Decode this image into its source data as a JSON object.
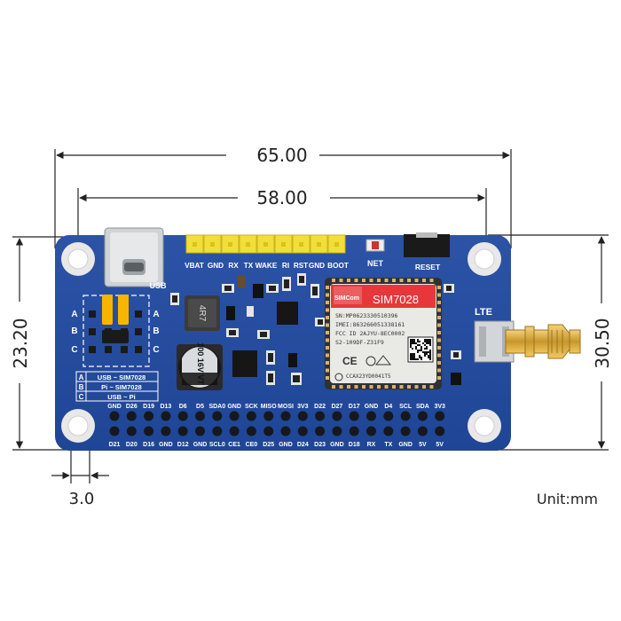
{
  "dimensions": {
    "total_width": "65.00",
    "hole_spacing": "58.00",
    "hole_spacing_vertical": "23.20",
    "total_height": "30.50",
    "hole_offset": "3.0",
    "unit": "Unit:mm"
  },
  "board": {
    "usb_label": "USB",
    "header_labels": [
      "VBAT",
      "GND",
      "RX",
      "TX",
      "WAKE",
      "RI",
      "RST",
      "GND",
      "BOOT"
    ],
    "net_label": "NET",
    "reset_label": "RESET",
    "lte_label": "LTE",
    "inductor_label": "4R7",
    "capacitor_label": "100 16V VT",
    "jumper_letters": [
      "A",
      "B",
      "C"
    ],
    "jumper_table": [
      {
        "key": "A",
        "text": "USB ~ SIM7028"
      },
      {
        "key": "B",
        "text": "Pi ~ SIM7028"
      },
      {
        "key": "C",
        "text": "USB ~ Pi"
      }
    ],
    "gpio_top": [
      "GND",
      "D26",
      "D19",
      "D13",
      "D6",
      "D5",
      "SDA0",
      "GND",
      "SCK",
      "MISO",
      "MOSI",
      "3V3",
      "D22",
      "D27",
      "D17",
      "GND",
      "D4",
      "SCL",
      "SDA",
      "3V3"
    ],
    "gpio_bottom": [
      "D21",
      "D20",
      "D16",
      "GND",
      "D12",
      "GND",
      "SCL0",
      "CE1",
      "CE0",
      "D25",
      "GND",
      "D24",
      "D23",
      "GND",
      "D18",
      "RX",
      "TX",
      "GND",
      "5V",
      "5V"
    ]
  },
  "module": {
    "name": "SIM7028",
    "brand": "SIMCom",
    "sn": "SN:MP0623330510396",
    "imei": "IMEI:863266051338161",
    "fcc": "FCC ID 2AJYU-8EC0002",
    "code": "S2-109DF-Z31F9",
    "bottom_code": "CCAX23YD0041T5"
  }
}
